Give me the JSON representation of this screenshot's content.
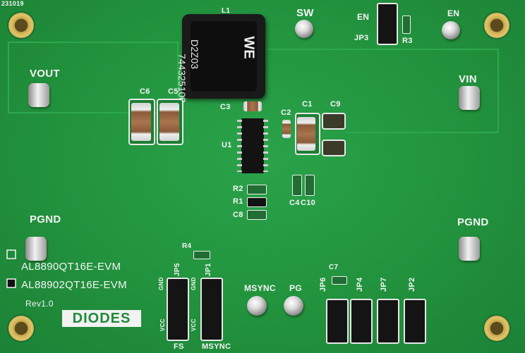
{
  "board": {
    "date_code": "231019",
    "labels": {
      "vout": "VOUT",
      "vin": "VIN",
      "sw": "SW",
      "en_left": "EN",
      "en_right": "EN",
      "jp3": "JP3",
      "r3": "R3",
      "l1": "L1",
      "c6": "C6",
      "c5": "C5",
      "c3": "C3",
      "c2": "C2",
      "c1": "C1",
      "c9": "C9",
      "u1": "U1",
      "r2": "R2",
      "r1": "R1",
      "c8": "C8",
      "c4": "C4",
      "c10": "C10",
      "pgnd_left": "PGND",
      "pgnd_right": "PGND",
      "model_a": "AL8890QT16E-EVM",
      "model_b": "AL88902QT16E-EVM",
      "revision": "Rev1.0",
      "r4": "R4",
      "jp5": "JP5",
      "jp1": "JP1",
      "msync_tp": "MSYNC",
      "pg": "PG",
      "c7": "C7",
      "jp6": "JP6",
      "jp4": "JP4",
      "jp7": "JP7",
      "jp2": "JP2",
      "gnd_a": "GND",
      "gnd_b": "GND",
      "vcc_a": "VCC",
      "vcc_b": "VCC",
      "fs": "FS",
      "msync_bottom": "MSYNC"
    },
    "inductor": {
      "brand": "WE",
      "part_number": "744325100",
      "lot": "D2Z03"
    },
    "logo_text": "DIODES",
    "colors": {
      "pcb": "#23963f",
      "silkscreen": "#f4f4f4",
      "gold": "#d4b35a",
      "header": "#141414"
    }
  }
}
